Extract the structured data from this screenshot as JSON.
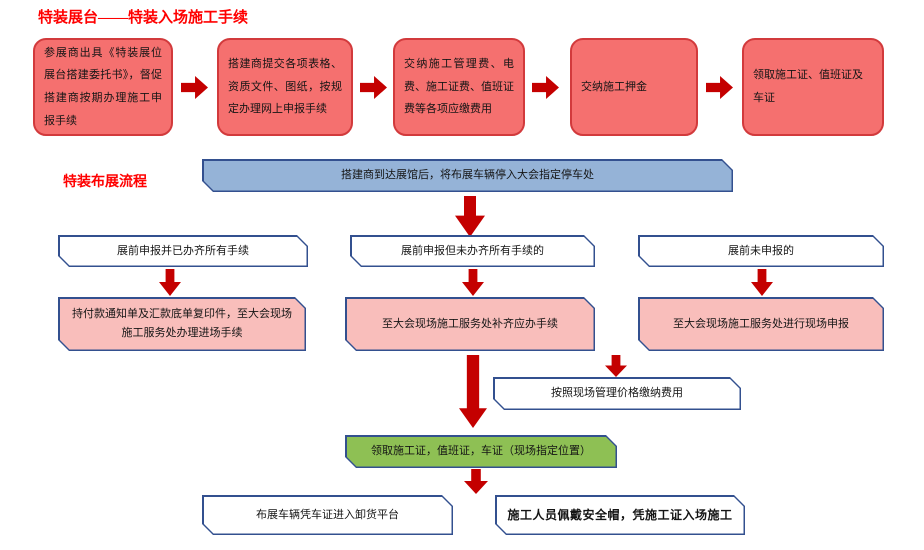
{
  "title": "特装展台——特装入场施工手续",
  "section_label": "特装布展流程",
  "pre_entry_steps": [
    {
      "text": "参展商出具《特装展位展台搭建委托书》，督促搭建商按期办理施工申报手续"
    },
    {
      "text": "搭建商提交各项表格、资质文件、图纸，按规定办理网上申报手续"
    },
    {
      "text": "交纳施工管理费、电费、施工证费、值班证费等各项应缴费用"
    },
    {
      "text": "交纳施工押金"
    },
    {
      "text": "领取施工证、值班证及车证"
    }
  ],
  "onsite_flow": {
    "arrival": "搭建商到达展馆后，将布展车辆停入大会指定停车处",
    "branches": [
      {
        "condition": "展前申报并已办齐所有手续",
        "action": "持付款通知单及汇款底单复印件，至大会现场施工服务处办理进场手续"
      },
      {
        "condition": "展前申报但未办齐所有手续的",
        "action": "至大会现场施工服务处补齐应办手续"
      },
      {
        "condition": "展前未申报的",
        "action": "至大会现场施工服务处进行现场申报"
      }
    ],
    "onsite_payment": "按照现场管理价格缴纳费用",
    "pass_collection": "领取施工证，值班证，车证（现场指定位置）",
    "vehicle_unloading": "布展车辆凭车证进入卸货平台",
    "worker_entry": "施工人员佩戴安全帽，凭施工证入场施工"
  },
  "colors": {
    "title_red": "#FF0000",
    "box_red_fill": "#F5706F",
    "box_red_border": "#D23A3C",
    "arrow_red": "#C40000",
    "blue_fill": "#95B3D7",
    "pink_fill": "#F9BEBB",
    "green_fill": "#8EC054",
    "box_border_blue": "#33508F"
  }
}
